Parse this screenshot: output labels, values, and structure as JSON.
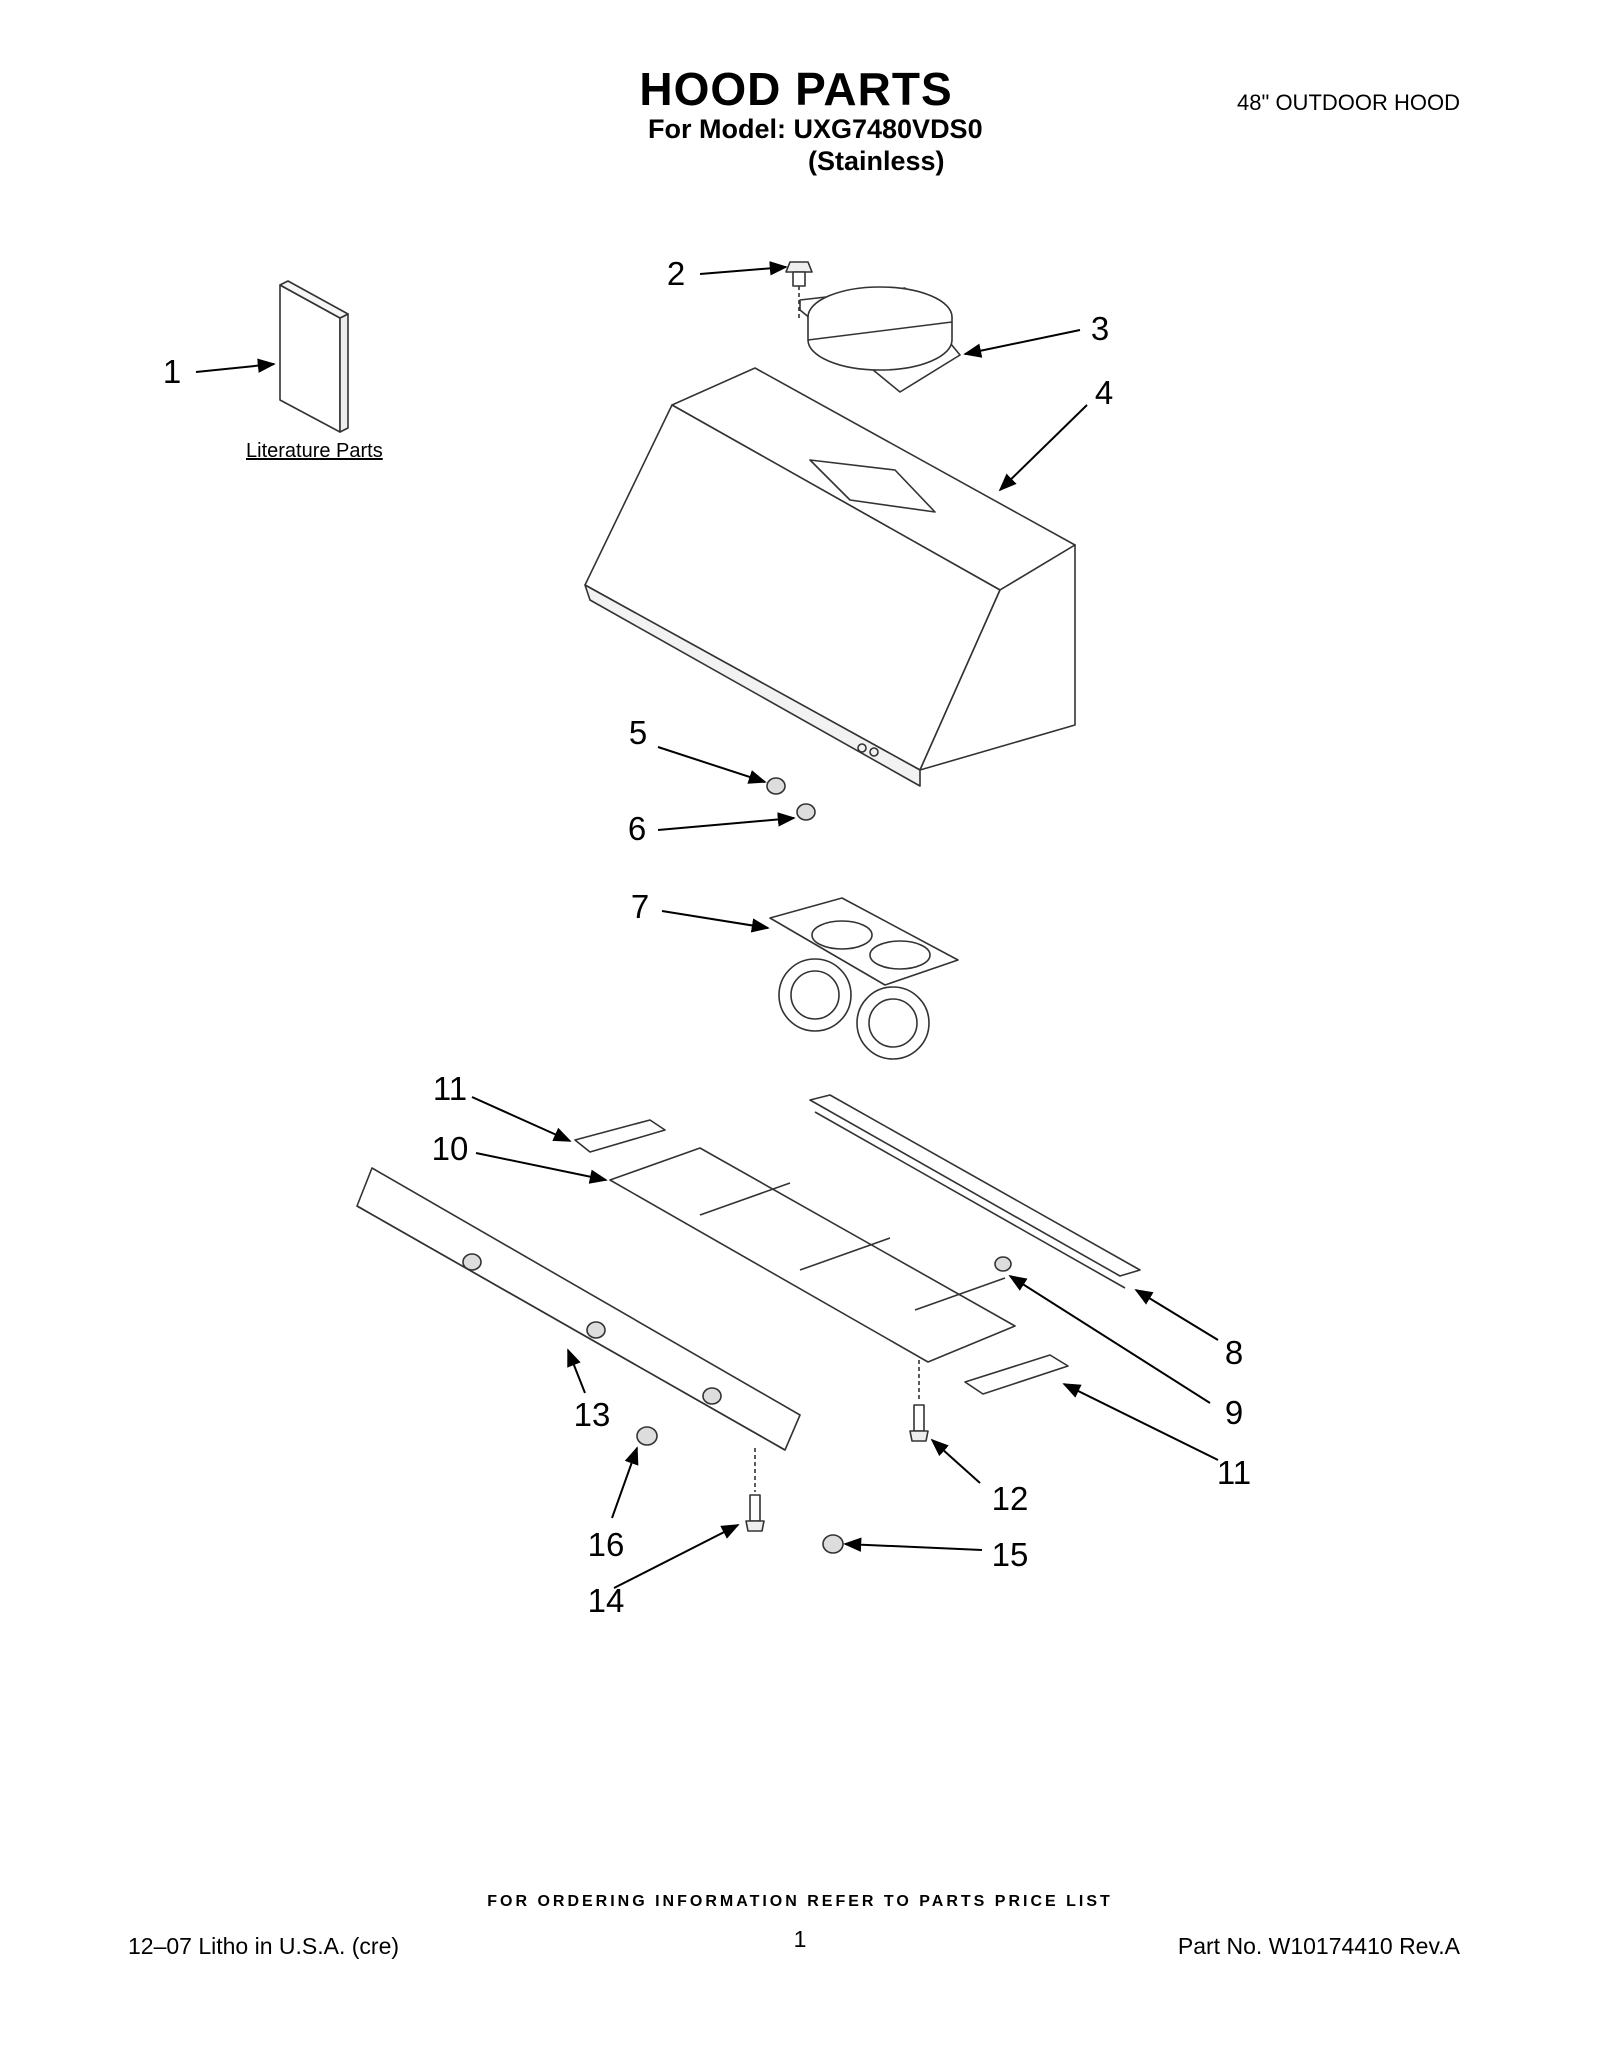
{
  "header": {
    "title": "HOOD PARTS",
    "model_line": "For Model: UXG7480VDS0",
    "finish": "(Stainless)",
    "product": "48\" OUTDOOR HOOD"
  },
  "literature_label": "Literature Parts",
  "callouts": [
    "1",
    "2",
    "3",
    "4",
    "5",
    "6",
    "7",
    "11",
    "10",
    "8",
    "9",
    "11",
    "12",
    "13",
    "16",
    "15",
    "14"
  ],
  "footer": {
    "ordering_note": "FOR ORDERING INFORMATION REFER TO PARTS PRICE LIST",
    "litho": "12–07 Litho in U.S.A. (cre)",
    "page_number": "1",
    "part_number": "Part No. W10174410 Rev.A"
  }
}
